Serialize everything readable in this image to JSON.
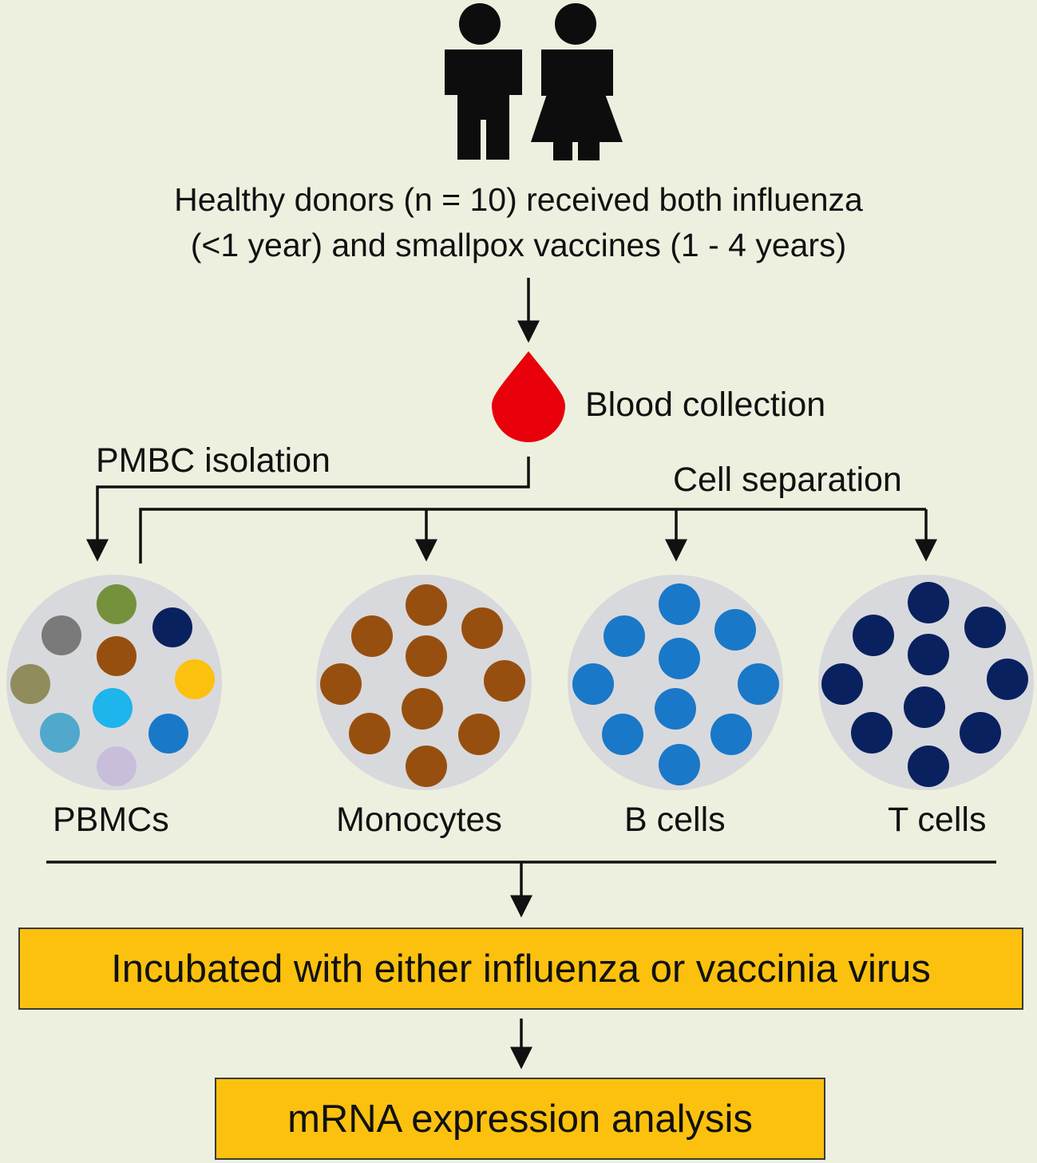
{
  "donors": {
    "line1": "Healthy donors (n = 10) received both influenza",
    "line2": "(<1 year) and smallpox vaccines (1 - 4 years)"
  },
  "blood_collection_label": "Blood collection",
  "pmbc_isolation_label": "PMBC isolation",
  "cell_separation_label": "Cell separation",
  "cell_types": {
    "pbmcs": "PBMCs",
    "monocytes": "Monocytes",
    "b_cells": "B cells",
    "t_cells": "T cells"
  },
  "steps": {
    "incubation": "Incubated with either influenza or vaccinia virus",
    "analysis": "mRNA expression analysis"
  },
  "colors": {
    "background": "#edf0df",
    "dish": "#d8d9dc",
    "blood": "#e8000b",
    "box": "#fcc10e",
    "monocyte": "#974f10",
    "b_cell": "#1a78c8",
    "t_cell": "#0a2160",
    "pbmc_mix": [
      "#76913c",
      "#7a7a7a",
      "#0a2160",
      "#974f10",
      "#908c5c",
      "#fcc10e",
      "#1eb4ec",
      "#50a8cc",
      "#1a78c8",
      "#c8bedc"
    ]
  }
}
